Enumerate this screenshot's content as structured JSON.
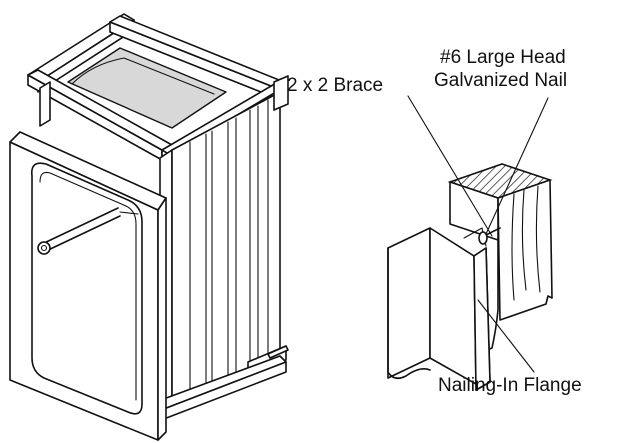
{
  "labels": {
    "brace": "2 x 2 Brace",
    "nail_line1": "#6 Large Head",
    "nail_line2": "Galvanized Nail",
    "flange": "Nailing-In Flange"
  }
}
